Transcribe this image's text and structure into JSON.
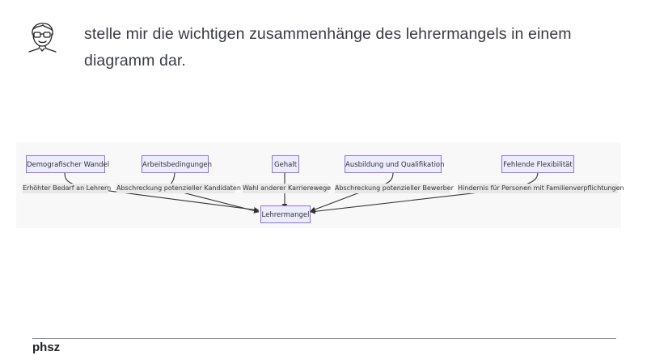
{
  "conversation": {
    "message_text": "stelle mir die wichtigen zusammenhänge des lehrermangels in einem diagramm dar."
  },
  "diagram": {
    "causes": [
      {
        "label": "Demografischer Wandel"
      },
      {
        "label": "Arbeitsbedingungen"
      },
      {
        "label": "Gehalt"
      },
      {
        "label": "Ausbildung und Qualifikation"
      },
      {
        "label": "Fehlende Flexibilität"
      }
    ],
    "edge_labels": [
      "Erhöhter Bedarf an Lehrern",
      "Abschreckung potenzieller Kandidaten",
      "Wahl anderer Karrierewege",
      "Abschreckung potenzieller Bewerber",
      "Hindernis für Personen mit Familienverpflichtungen"
    ],
    "target": "Lehrermangel",
    "colors": {
      "node_fill": "#ececff",
      "node_border": "#9370db",
      "edge": "#333333",
      "label_bg": "#e8e8e8"
    }
  },
  "footer": {
    "label": "phsz"
  }
}
